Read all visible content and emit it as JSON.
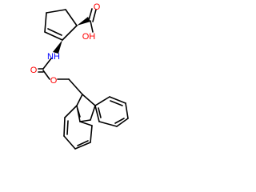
{
  "structure": {
    "atoms": {
      "oh": {
        "text": "OH",
        "color": "#ff0000"
      },
      "carbonyl_o_acid": {
        "text": "O",
        "color": "#ff0000"
      },
      "nh": {
        "text": "NH",
        "color": "#0000ff"
      },
      "carbonyl_o_carbamate": {
        "text": "O",
        "color": "#ff0000"
      },
      "ester_o": {
        "text": "O",
        "color": "#ff0000"
      }
    },
    "colors": {
      "bond": "#000000",
      "oxygen": "#ff0000",
      "nitrogen": "#0000ff",
      "background": "#ffffff"
    }
  }
}
